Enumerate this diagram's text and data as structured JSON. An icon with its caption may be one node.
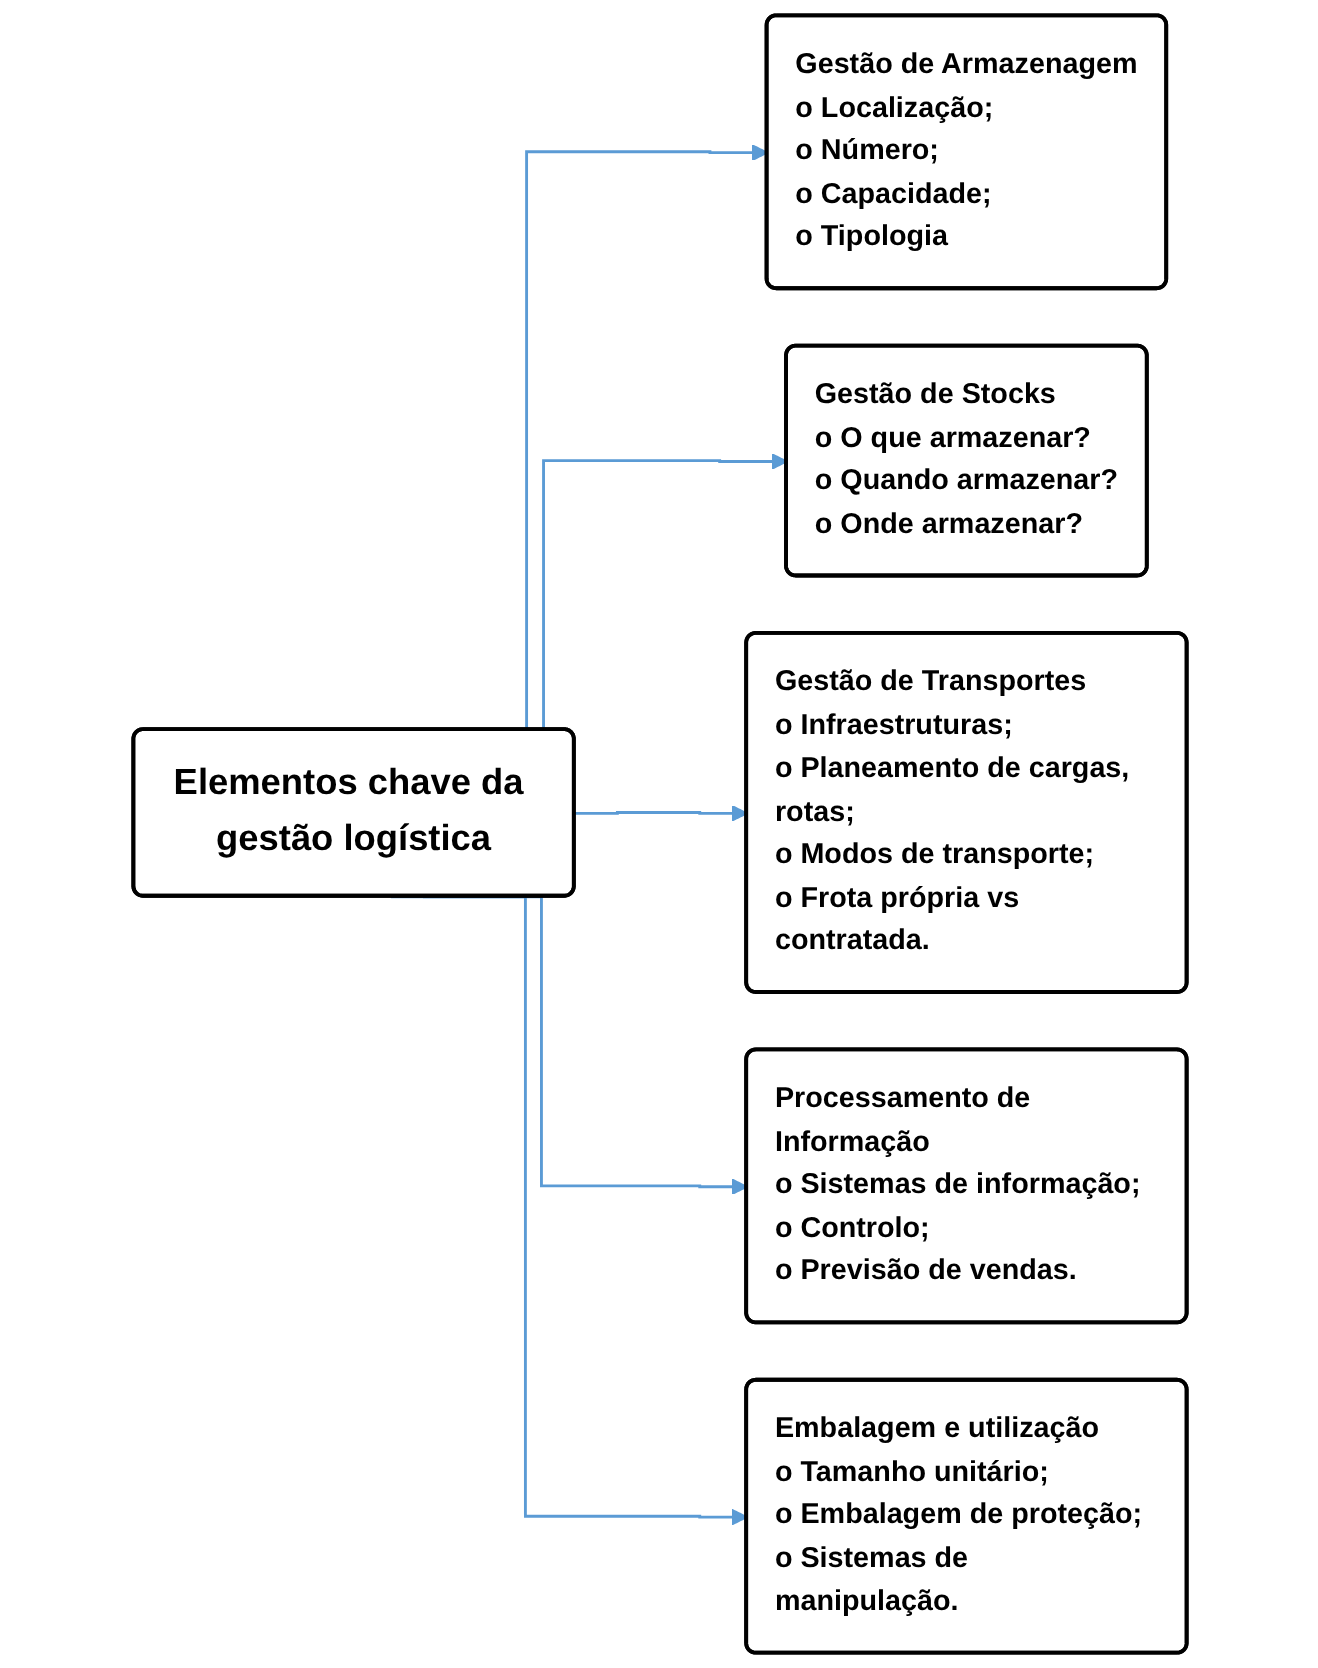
{
  "diagram": {
    "nodes": [
      {
        "text": [
          "Elementos chave da gestão logística"
        ]
      },
      {
        "text": [
          "Gestão de Armazenagem",
          "o Localização;",
          "o Número;",
          "o Capacidade;",
          "o Tipologia"
        ]
      },
      {
        "text": [
          "Gestão de Stocks",
          "o O que armazenar?",
          "o Quando armazenar?",
          "o Onde armazenar?"
        ]
      },
      {
        "text": [
          "Gestão de Transportes",
          "o Infraestruturas;",
          "o Planeamento de cargas, rotas;",
          "o Modos de transporte;",
          "o Frota própria vs contratada."
        ]
      },
      {
        "text": [
          "Processamento de Informação",
          "o Sistemas de informação;",
          "o Controlo;",
          "o Previsão de vendas."
        ]
      },
      {
        "text": [
          "Embalagem e utilização",
          "o Tamanho unitário;",
          "o Embalagem de proteção;",
          "o Sistemas de manipulação."
        ]
      }
    ],
    "edges": [
      {
        "from": 0,
        "to": 1,
        "arrow": "to"
      },
      {
        "from": 0,
        "to": 2,
        "arrow": "to"
      },
      {
        "from": 0,
        "to": 3,
        "arrow": "to"
      },
      {
        "from": 0,
        "to": 4,
        "arrow": "to"
      },
      {
        "from": 0,
        "to": 5,
        "arrow": "to"
      }
    ]
  }
}
